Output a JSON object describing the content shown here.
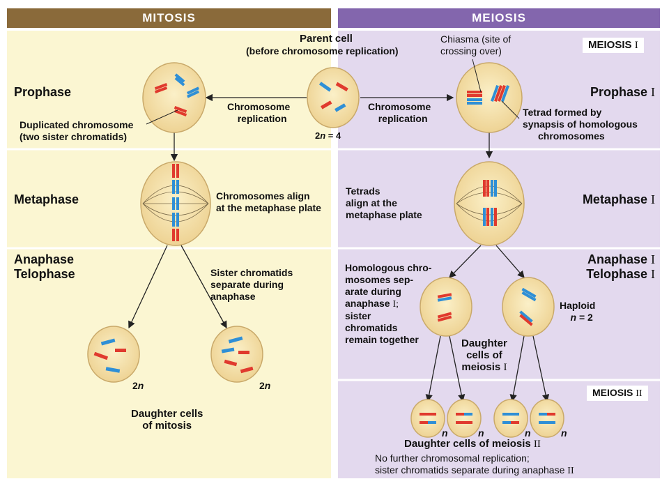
{
  "headers": {
    "mitosis": "MITOSIS",
    "meiosis": "MEIOSIS"
  },
  "colors": {
    "mitosis_header": "#8a6a3a",
    "meiosis_header": "#8366ad",
    "mitosis_bg": "#fbf6d2",
    "meiosis_bg": "#e3d9ee",
    "chromosome_red": "#e03a2e",
    "chromosome_blue": "#2f8fd6",
    "cell_fill": "#f4e3a6",
    "cell_edge": "#c9a96a"
  },
  "labels": {
    "parent_cell_title": "Parent cell",
    "parent_cell_sub": "(before chromosome replication)",
    "parent_ploidy_pre": "2",
    "parent_ploidy_mid": "n",
    "parent_ploidy_post": " = 4",
    "chrom_rep_left_1": "Chromosome",
    "chrom_rep_left_2": "replication",
    "chrom_rep_right_1": "Chromosome",
    "chrom_rep_right_2": "replication",
    "chiasma_1": "Chiasma (site of",
    "chiasma_2": "crossing over)",
    "meiosis_i_tag_word": "MEIOSIS",
    "meiosis_i_tag_num": "I",
    "meiosis_ii_tag_word": "MEIOSIS",
    "meiosis_ii_tag_num": "II",
    "prophase": "Prophase",
    "prophase_i_word": "Prophase",
    "prophase_i_num": "I",
    "metaphase": "Metaphase",
    "metaphase_i_word": "Metaphase",
    "metaphase_i_num": "I",
    "anaphase": "Anaphase",
    "telophase": "Telophase",
    "anaphase_i_word": "Anaphase",
    "anaphase_i_num": "I",
    "telophase_i_word": "Telophase",
    "telophase_i_num": "I",
    "dup_chrom_1": "Duplicated chromosome",
    "dup_chrom_2": "(two sister chromatids)",
    "tetrad_1": "Tetrad formed by",
    "tetrad_2": "synapsis of homologous",
    "tetrad_3": "chromosomes",
    "align_1": "Chromosomes align",
    "align_2": "at the metaphase plate",
    "tetrads_align_1": "Tetrads",
    "tetrads_align_2": "align at the",
    "tetrads_align_3": "metaphase plate",
    "sister_sep_1": "Sister chromatids",
    "sister_sep_2": "separate during",
    "sister_sep_3": "anaphase",
    "homol_1": "Homologous chro-",
    "homol_2": "mosomes sep-",
    "homol_3": "arate during",
    "homol_4_word": "anaphase",
    "homol_4_num": "I;",
    "homol_5": "sister",
    "homol_6": "chromatids",
    "homol_7": "remain together",
    "haploid_1": "Haploid",
    "haploid_2_var": "n",
    "haploid_2_rest": " = 2",
    "twon_a_pre": "2",
    "twon_a_var": "n",
    "twon_b_pre": "2",
    "twon_b_var": "n",
    "daughter_mitosis_1": "Daughter cells",
    "daughter_mitosis_2": "of mitosis",
    "daughter_mi_1": "Daughter",
    "daughter_mi_2": "cells of",
    "daughter_mi_3_word": "meiosis",
    "daughter_mi_3_num": "I",
    "n_label": "n",
    "daughter_mii_word": "Daughter cells of meiosis",
    "daughter_mii_num": "II",
    "no_further_1": "No further chromosomal replication;",
    "no_further_2_word": "sister chromatids separate during anaphase",
    "no_further_2_num": "II"
  }
}
